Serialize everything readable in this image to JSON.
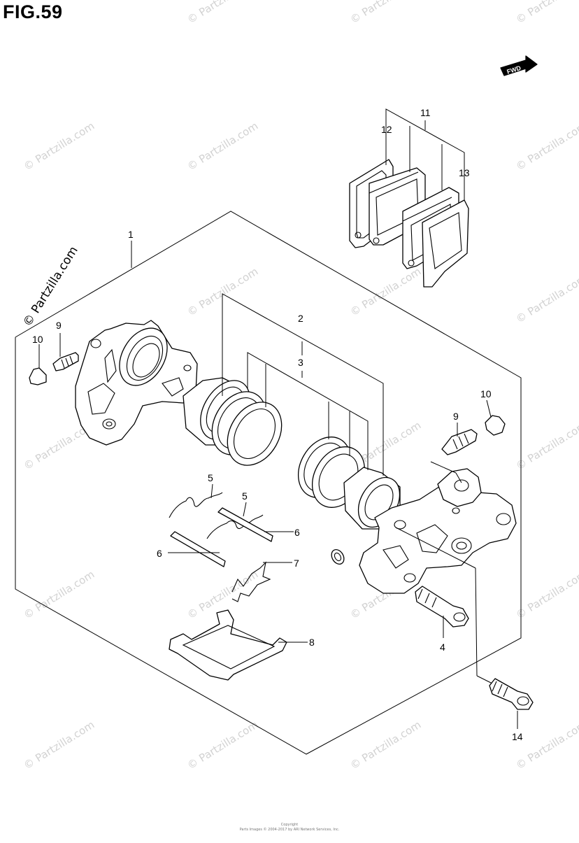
{
  "figure": {
    "title": "FIG.59",
    "direction_badge": "FWD",
    "watermark_text": "© Partzilla.com",
    "footer_lines": [
      "Copyright",
      "Parts Images © 2004-2017 by ARI Network Services, Inc."
    ]
  },
  "callouts": [
    {
      "id": "1",
      "label": "1"
    },
    {
      "id": "2",
      "label": "2"
    },
    {
      "id": "3",
      "label": "3"
    },
    {
      "id": "4",
      "label": "4"
    },
    {
      "id": "5a",
      "label": "5"
    },
    {
      "id": "5b",
      "label": "5"
    },
    {
      "id": "6a",
      "label": "6"
    },
    {
      "id": "6b",
      "label": "6"
    },
    {
      "id": "7",
      "label": "7"
    },
    {
      "id": "8",
      "label": "8"
    },
    {
      "id": "9a",
      "label": "9"
    },
    {
      "id": "9b",
      "label": "9"
    },
    {
      "id": "10a",
      "label": "10"
    },
    {
      "id": "10b",
      "label": "10"
    },
    {
      "id": "11",
      "label": "11"
    },
    {
      "id": "12",
      "label": "12"
    },
    {
      "id": "13",
      "label": "13"
    },
    {
      "id": "14",
      "label": "14"
    }
  ],
  "colors": {
    "line": "#000000",
    "watermark": "#d2d2d2",
    "background": "#ffffff"
  }
}
